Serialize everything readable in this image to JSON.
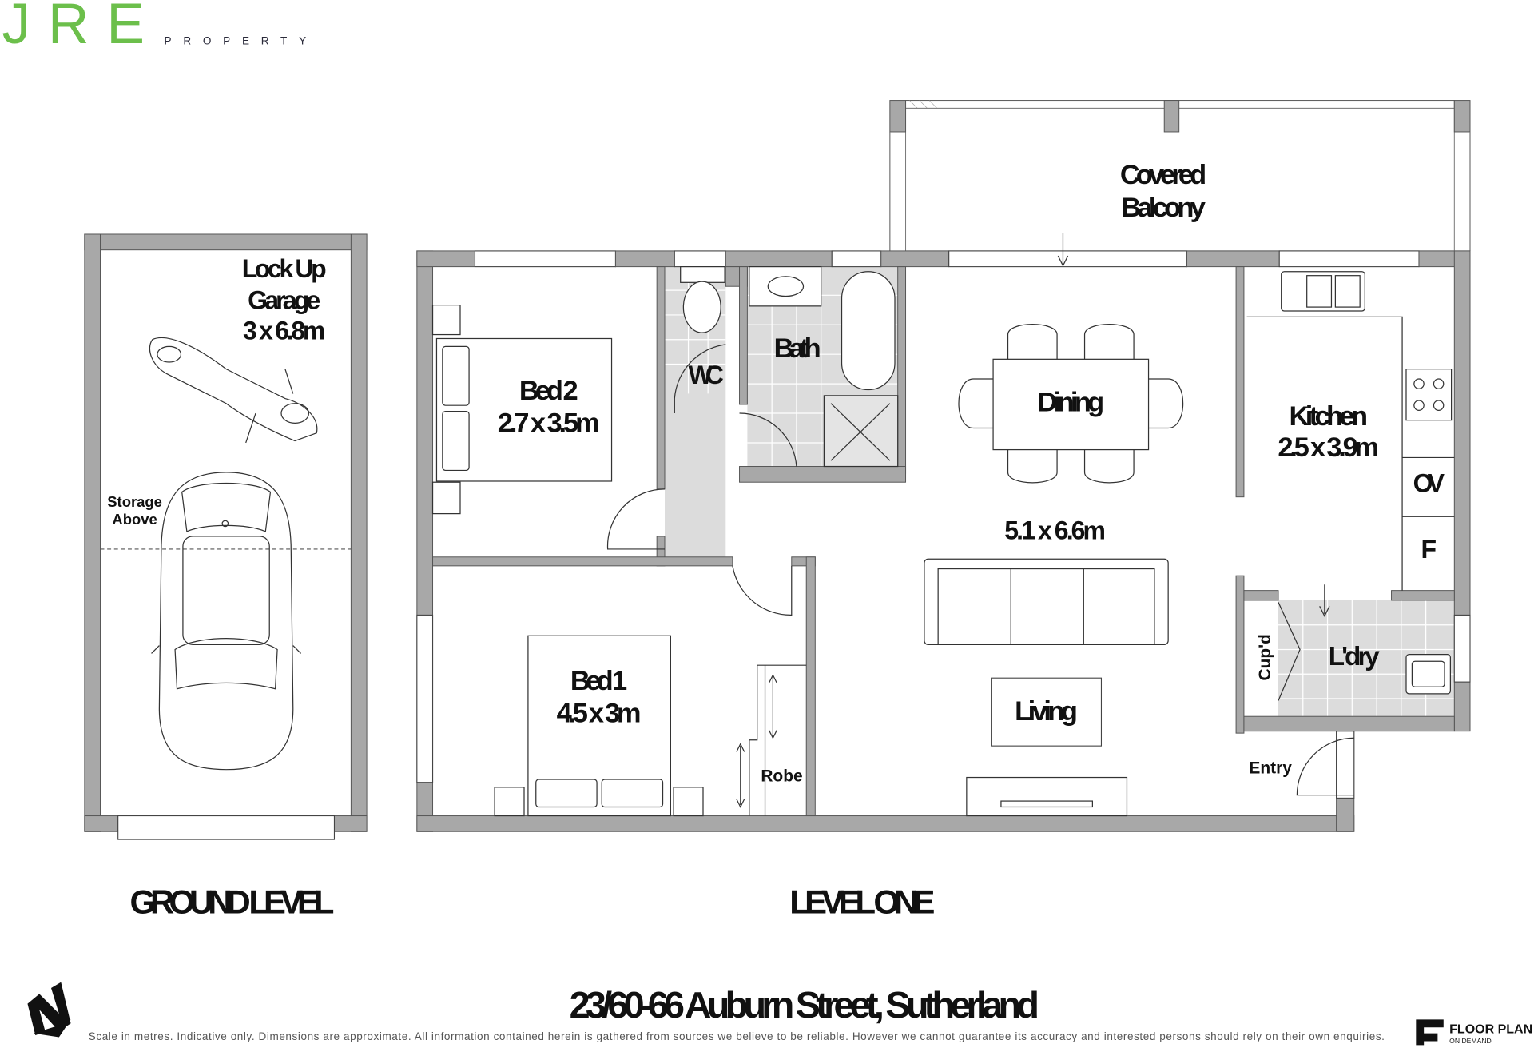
{
  "brand": {
    "logo_main": "JRE",
    "logo_sub": "PROPERTY",
    "colors": {
      "green": "#6cbf4b",
      "navy": "#2a2a3a"
    }
  },
  "levels": {
    "ground": "GROUND LEVEL",
    "one": "LEVEL ONE"
  },
  "rooms": {
    "garage": {
      "line1": "Lock Up",
      "line2": "Garage",
      "dims": "3 x 6.8m"
    },
    "storage": {
      "line1": "Storage",
      "line2": "Above"
    },
    "bed2": {
      "name": "Bed 2",
      "dims": "2.7 x 3.5m"
    },
    "wc": {
      "name": "WC"
    },
    "bath": {
      "name": "Bath"
    },
    "balcony": {
      "line1": "Covered",
      "line2": "Balcony"
    },
    "dining": {
      "name": "Dining"
    },
    "living_dims": {
      "dims": "5.1 x 6.6m"
    },
    "living": {
      "name": "Living"
    },
    "kitchen": {
      "name": "Kitchen",
      "dims": "2.5 x 3.9m"
    },
    "oven": {
      "name": "OV"
    },
    "fridge": {
      "name": "F"
    },
    "laundry": {
      "name": "L'dry"
    },
    "cupboard": {
      "name": "Cup'd"
    },
    "bed1": {
      "name": "Bed 1",
      "dims": "4.5 x 3m"
    },
    "robe": {
      "name": "Robe"
    },
    "entry": {
      "name": "Entry"
    }
  },
  "footer": {
    "address": "23/60-66 Auburn Street, Sutherland",
    "disclaimer": "Scale in metres. Indicative only. Dimensions are approximate. All information contained herein is gathered from sources we believe to be reliable. However we cannot guarantee its accuracy and interested persons should rely on their own enquiries.",
    "fp_logo_main": "FLOOR PLAN",
    "fp_logo_sub": "ON DEMAND"
  }
}
